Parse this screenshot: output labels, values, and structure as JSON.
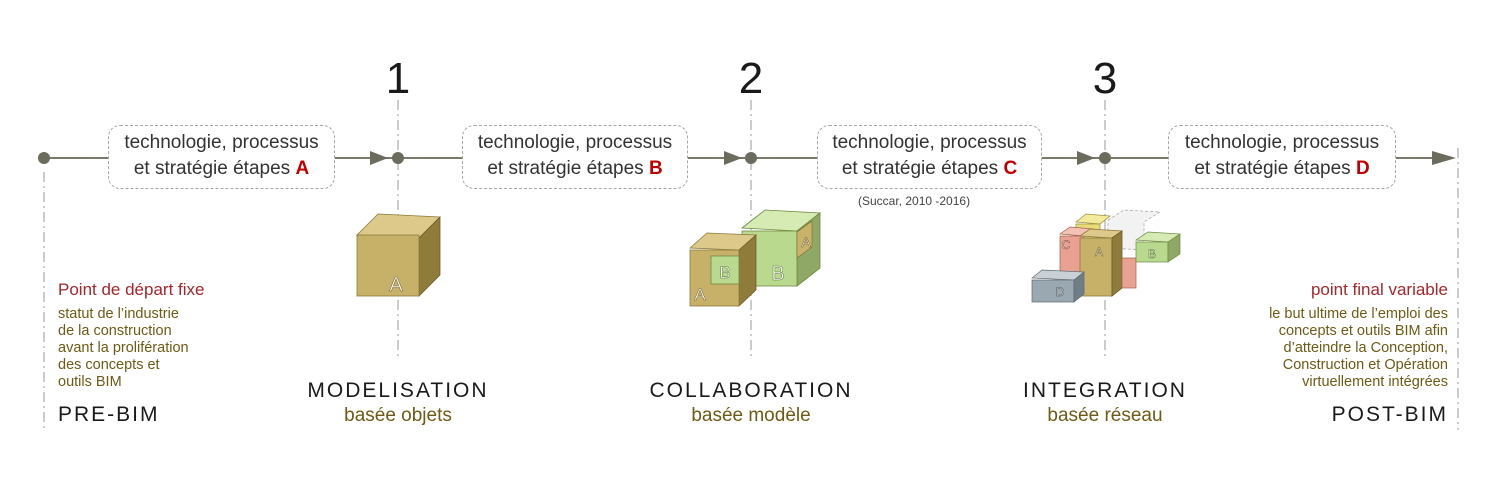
{
  "stages": [
    {
      "number": "1",
      "title": "MODELISATION",
      "subtitle": "basée objets"
    },
    {
      "number": "2",
      "title": "COLLABORATION",
      "subtitle": "basée modèle"
    },
    {
      "number": "3",
      "title": "INTEGRATION",
      "subtitle": "basée réseau"
    }
  ],
  "steps": [
    {
      "line1": "technologie, processus",
      "line2": "et stratégie étapes",
      "letter": "A"
    },
    {
      "line1": "technologie, processus",
      "line2": "et stratégie étapes",
      "letter": "B"
    },
    {
      "line1": "technologie, processus",
      "line2": "et stratégie étapes",
      "letter": "C"
    },
    {
      "line1": "technologie, processus",
      "line2": "et stratégie étapes",
      "letter": "D"
    }
  ],
  "citation": "(Succar, 2010 -2016)",
  "start": {
    "title": "Point de départ fixe",
    "lines": [
      "statut de l’industrie",
      "de la construction",
      "avant la prolifération",
      "des concepts et",
      "outils BIM"
    ],
    "label": "PRE-BIM"
  },
  "end": {
    "title": "point final variable",
    "lines": [
      "le but ultime de l’emploi des",
      "concepts et outils BIM afin",
      "d’atteindre la Conception,",
      "Construction et Opération",
      "virtuellement intégrées"
    ],
    "label": "POST-BIM"
  },
  "cube_labels": {
    "modeling": "A",
    "collab": [
      "A",
      "B",
      "B",
      "A"
    ],
    "integration": [
      "C",
      "A",
      "B",
      "D"
    ]
  },
  "colors": {
    "timeline": "#7a7a6a",
    "accent_red": "#c00000",
    "olive": "#6e5a14",
    "title_red": "#a5262b",
    "cube_tan": "#c8b26a",
    "cube_green": "#b9d98e"
  }
}
